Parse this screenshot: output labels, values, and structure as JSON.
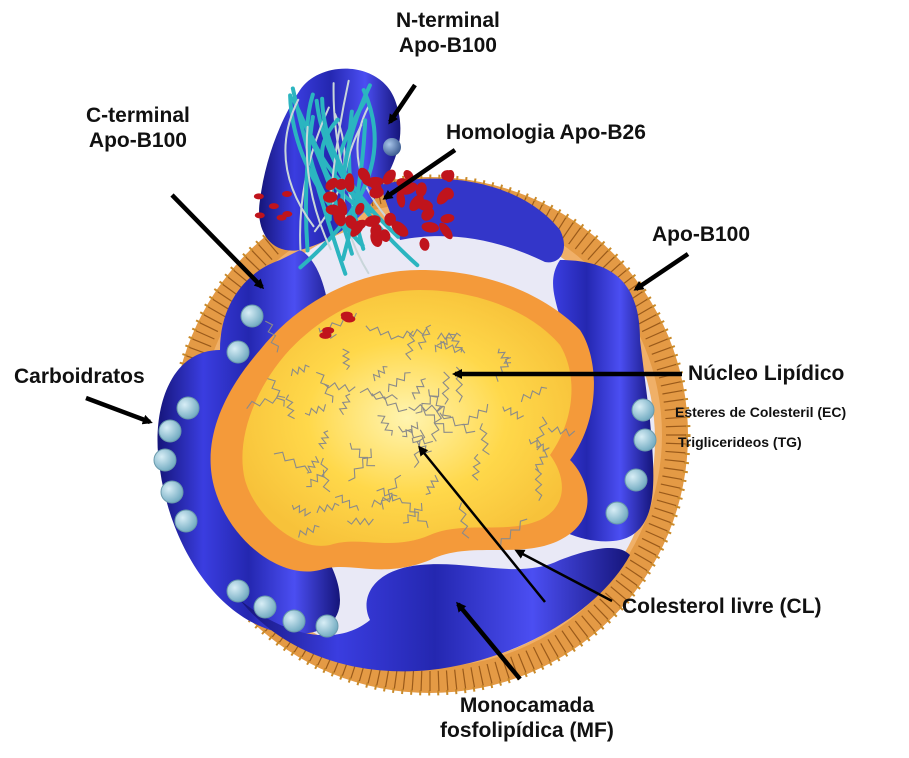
{
  "labels": {
    "n_terminal": [
      "N-terminal",
      "Apo-B100"
    ],
    "c_terminal": [
      "C-terminal",
      "Apo-B100"
    ],
    "homologia": "Homologia Apo-B26",
    "apo_b100": "Apo-B100",
    "carboidratos": "Carboidratos",
    "nucleo": "Núcleo Lipídico",
    "esteres": "Esteres de Colesteril (EC)",
    "triglicerideos": "Triglicerideos (TG)",
    "colesterol": "Colesterol livre (CL)",
    "monocamada": [
      "Monocamada",
      "fosfolipídica (MF)"
    ]
  },
  "colors": {
    "apo_band": "#2c2fb8",
    "apo_band_dark": "#1a1a7a",
    "apo_band_light": "#6a6cf0",
    "membrane": "#e08a2c",
    "membrane_head": "#c98a2a",
    "core_outer": "#f49a3a",
    "core_inner": "#ffd84a",
    "core_center": "#fff2a8",
    "carb_bead": "#8fc3d6",
    "protein_cyan": "#2bb5c0",
    "protein_red": "#c0141c",
    "arrow": "#000000"
  }
}
